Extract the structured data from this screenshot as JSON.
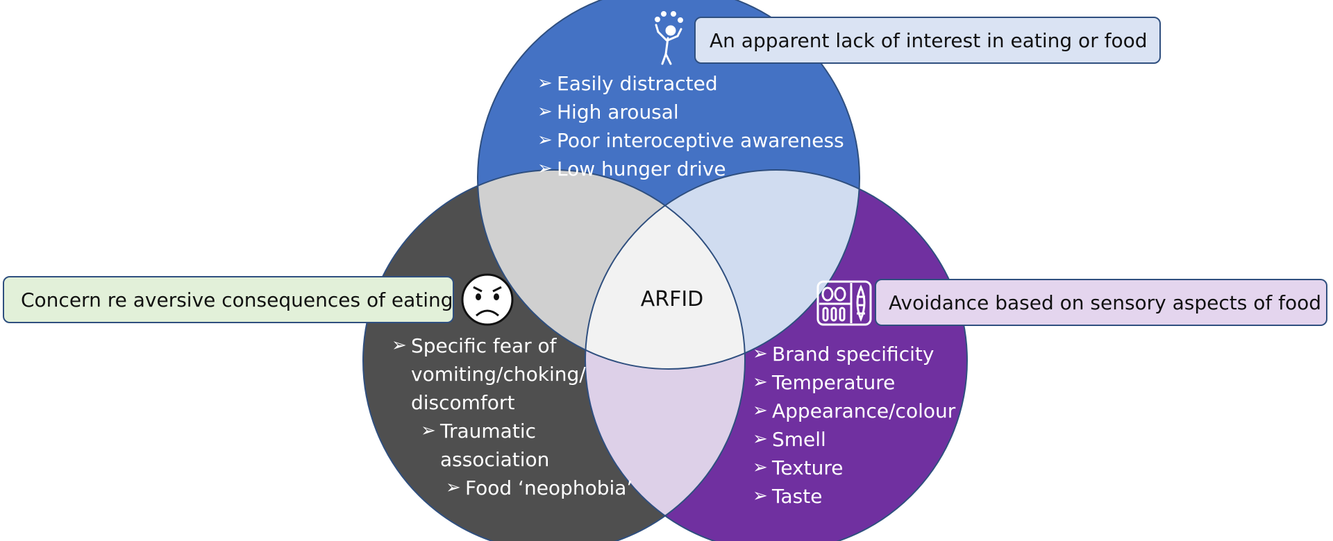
{
  "center": {
    "label": "ARFID"
  },
  "top_circle": {
    "callout": "An apparent lack of interest in eating or food",
    "icon": "juggler-icon",
    "color": "#4472c4",
    "items": [
      "Easily distracted",
      "High arousal",
      "Poor interoceptive awareness",
      "Low hunger drive"
    ]
  },
  "left_circle": {
    "callout": "Concern re aversive consequences of eating",
    "icon": "worried-face-icon",
    "color": "#4f4f4f",
    "items": [
      "Specific fear of",
      "vomiting/choking/",
      "discomfort",
      "Traumatic",
      "association",
      "Food ‘neophobia’"
    ]
  },
  "right_circle": {
    "callout": "Avoidance based on sensory aspects of food",
    "icon": "food-tray-icon",
    "color": "#7030a0",
    "items": [
      "Brand specificity",
      "Temperature",
      "Appearance/colour",
      "Smell",
      "Texture",
      "Taste"
    ]
  },
  "overlap_colors": {
    "top_left": "#d0d0d0",
    "top_right": "#d0dcf0",
    "left_right": "#ddd0e8",
    "center": "#f2f2f2"
  }
}
